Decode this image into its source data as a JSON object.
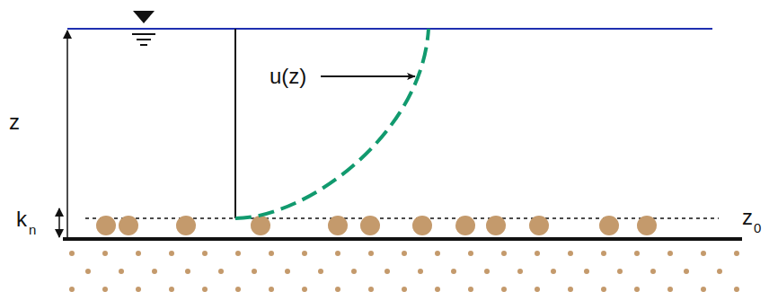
{
  "diagram": {
    "labels": [
      "z",
      "u(z)",
      "k",
      "n",
      "z",
      "0"
    ]
  }
}
